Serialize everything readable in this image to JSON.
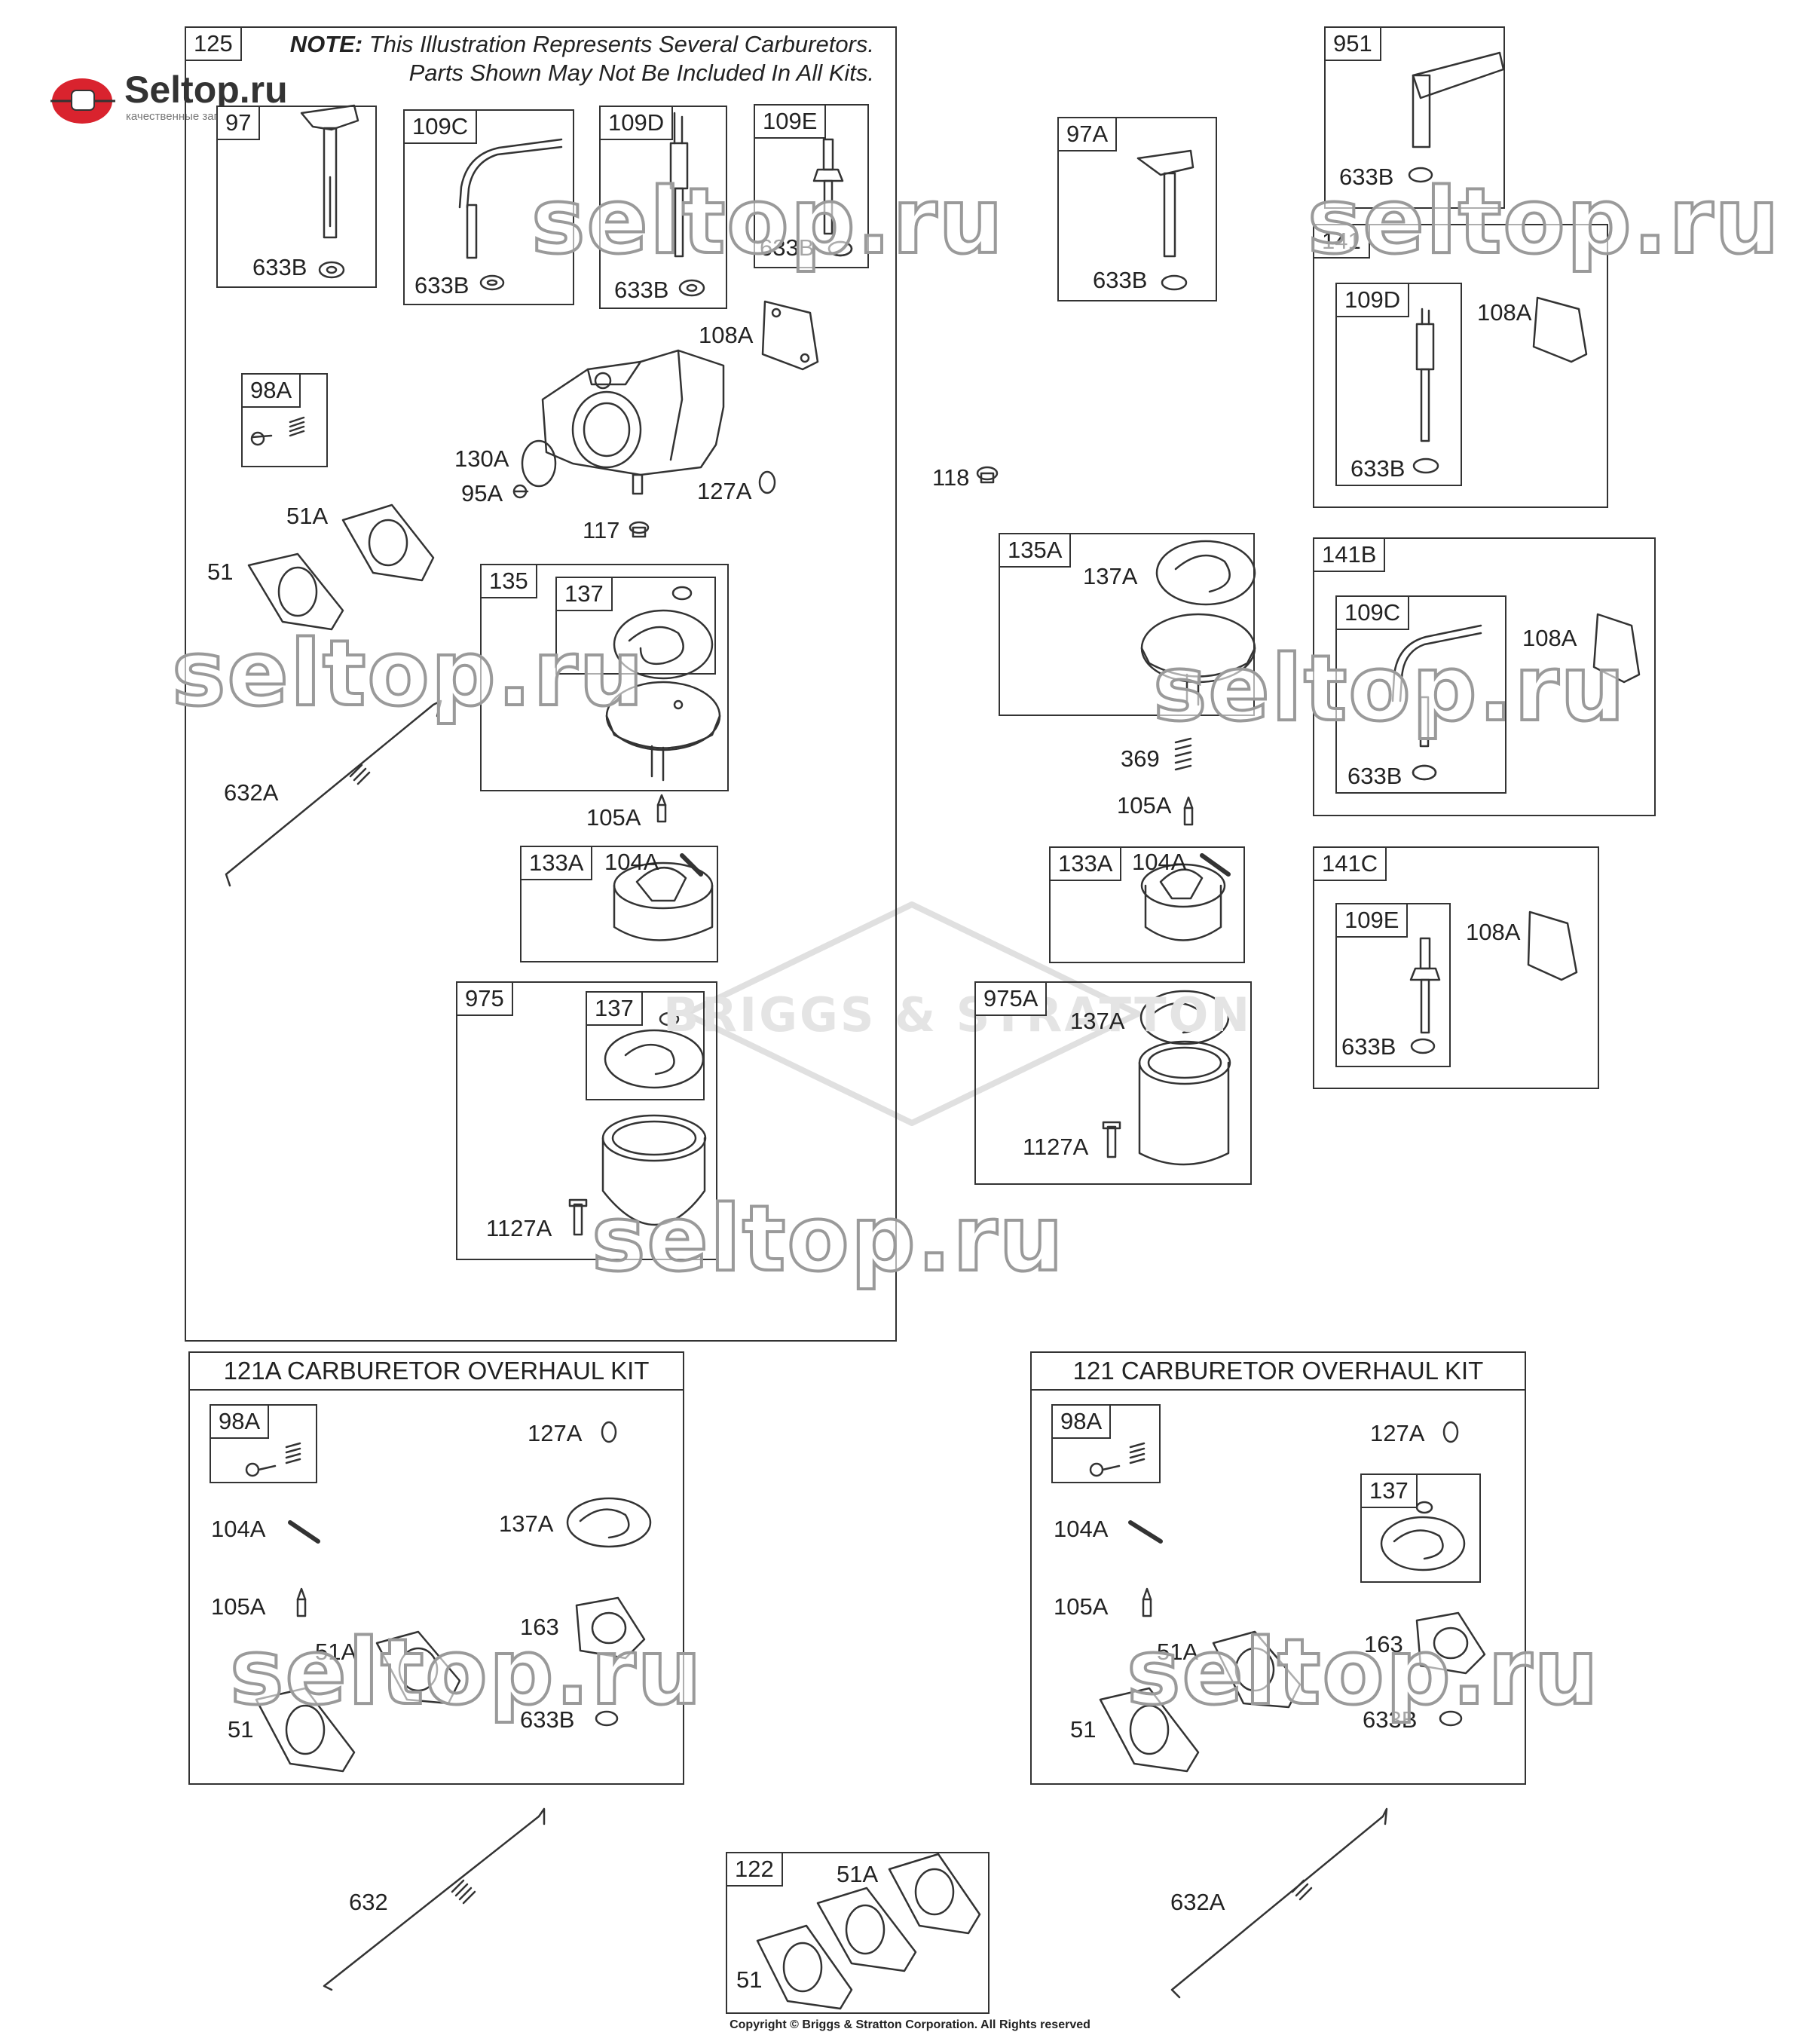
{
  "logo": {
    "name": "Seltop.ru",
    "tagline": "качественные запчасти"
  },
  "watermark": "seltop.ru",
  "background_mark": "BRIGGS & STRATTON",
  "note": {
    "lead": "NOTE:",
    "line1": "This Illustration Represents Several Carburetors.",
    "line2": "Parts Shown May Not Be Included In All Kits."
  },
  "copyright": "Copyright © Briggs & Stratton Corporation. All Rights reserved",
  "boxes": {
    "b125": "125",
    "b97": "97",
    "b109C": "109C",
    "b109D": "109D",
    "b109E": "109E",
    "b98A": "98A",
    "b135": "135",
    "b137": "137",
    "b133A": "133A",
    "b975": "975",
    "b137b": "137",
    "b97A": "97A",
    "b951": "951",
    "b141": "141",
    "b109D2": "109D",
    "b135A": "135A",
    "b141B": "141B",
    "b109C2": "109C",
    "b133A2": "133A",
    "b975A": "975A",
    "b141C": "141C",
    "b109E2": "109E",
    "k98A": "98A",
    "k98A2": "98A",
    "k137": "137",
    "b122": "122"
  },
  "kits": {
    "k121A": "121A CARBURETOR OVERHAUL KIT",
    "k121": "121 CARBURETOR OVERHAUL KIT"
  },
  "labels": {
    "l633B_97": "633B",
    "l633B_109C": "633B",
    "l633B_109D": "633B",
    "l633B_109E": "633B",
    "l108A": "108A",
    "l130A": "130A",
    "l95A": "95A",
    "l127A": "127A",
    "l117": "117",
    "l51A": "51A",
    "l51": "51",
    "l632A": "632A",
    "l105A": "105A",
    "l104A": "104A",
    "l1127A": "1127A",
    "l633B_97A": "633B",
    "l633B_951": "633B",
    "l118": "118",
    "l108A_141": "108A",
    "l633B_141": "633B",
    "l137A": "137A",
    "l369": "369",
    "l105A_2": "105A",
    "l108A_141B": "108A",
    "l633B_141B": "633B",
    "l104A_2": "104A",
    "l137A_2": "137A",
    "l1127A_2": "1127A",
    "l108A_141C": "108A",
    "l633B_141C": "633B",
    "k1_127A": "127A",
    "k1_104A": "104A",
    "k1_137A": "137A",
    "k1_105A": "105A",
    "k1_163": "163",
    "k1_51A": "51A",
    "k1_51": "51",
    "k1_633B": "633B",
    "k2_127A": "127A",
    "k2_104A": "104A",
    "k2_105A": "105A",
    "k2_163": "163",
    "k2_51A": "51A",
    "k2_51": "51",
    "k2_633B": "633B",
    "l632": "632",
    "l51A_122": "51A",
    "l51_122": "51",
    "l632A_2": "632A"
  }
}
